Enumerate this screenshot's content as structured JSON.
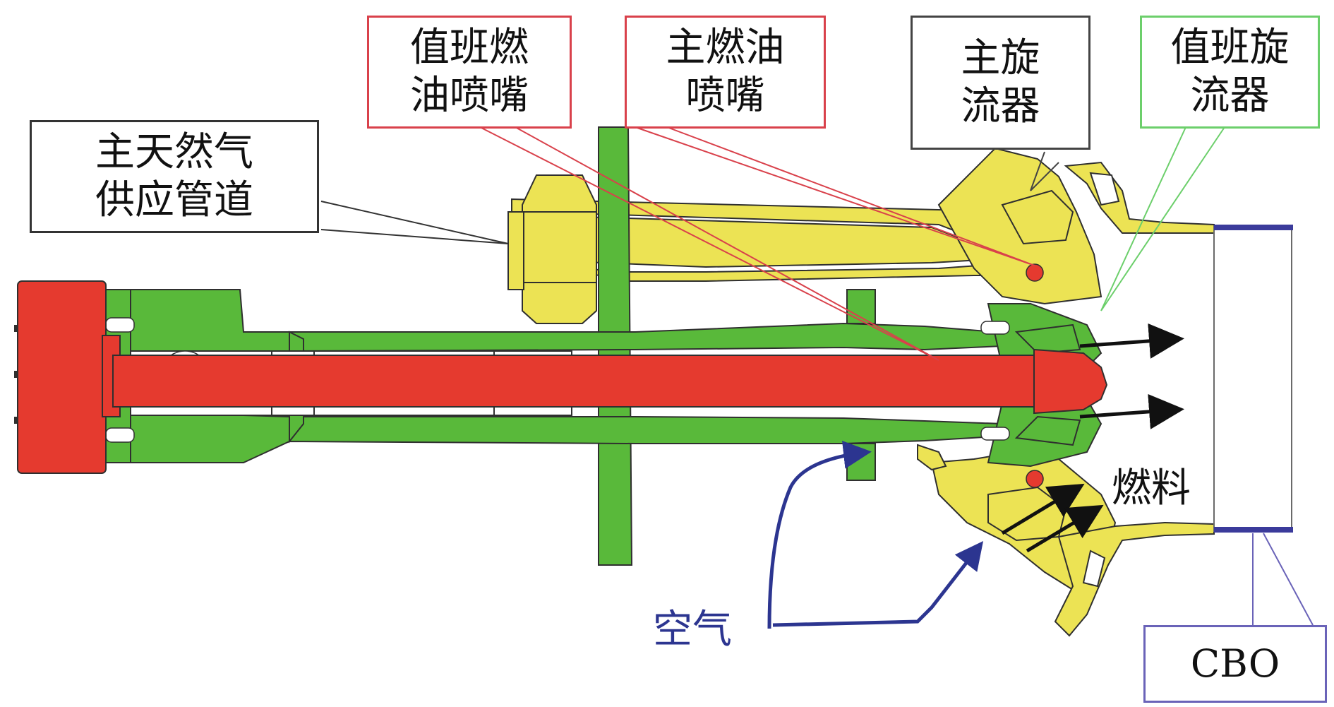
{
  "labels": {
    "main_gas_pipe": "主天然气\n供应管道",
    "pilot_fuel_nozzle": "值班燃\n油喷嘴",
    "main_fuel_nozzle": "主燃油\n喷嘴",
    "main_swirler": "主旋\n流器",
    "pilot_swirler": "值班旋\n流器",
    "fuel": "燃料",
    "air": "空气",
    "cbo": "CBO"
  },
  "colors": {
    "red_part": "#e53a2f",
    "green_part": "#59b93a",
    "yellow_part": "#ece354",
    "outline": "#2f2f2f",
    "air_arrow": "#2c3590",
    "fuel_arrow": "#111111",
    "pilot_callout_border": "#d9414b",
    "main_fuel_callout_border": "#d9414b",
    "main_swirler_callout_border": "#444444",
    "pilot_swirler_callout_border": "#6ccf6b",
    "cbo_callout_border": "#6a63b8",
    "cbo_band": "#3b3b9b"
  }
}
